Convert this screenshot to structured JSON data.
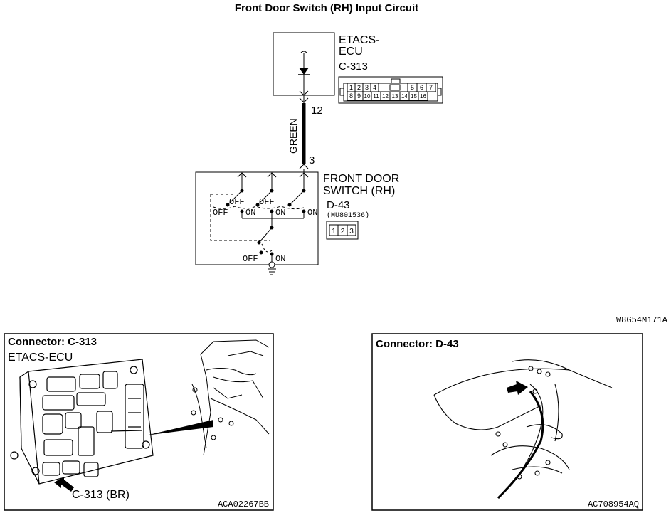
{
  "title": "Front Door Switch (RH) Input Circuit",
  "ecu": {
    "name_line1": "ETACS-",
    "name_line2": "ECU",
    "connector": "C-313",
    "pins_top": [
      "1",
      "2",
      "3",
      "4",
      "5",
      "6",
      "7"
    ],
    "pins_bottom": [
      "8",
      "9",
      "10",
      "11",
      "12",
      "13",
      "14",
      "15",
      "16"
    ]
  },
  "wire": {
    "color_label": "GREEN",
    "pin_ecu": "12",
    "pin_switch": "3"
  },
  "switch": {
    "name_line1": "FRONT DOOR",
    "name_line2": "SWITCH (RH)",
    "connector": "D-43",
    "part_number": "(MU801536)",
    "pins": [
      "1",
      "2",
      "3"
    ],
    "state_off": "OFF",
    "state_on": "ON"
  },
  "diagram_code": "W8G54M171A",
  "panel_c313": {
    "heading": "Connector: C-313",
    "component_label": "ETACS-ECU",
    "callout": "C-313 (BR)",
    "code": "ACA02267BB"
  },
  "panel_d43": {
    "heading": "Connector: D-43",
    "code": "AC708954AQ"
  }
}
